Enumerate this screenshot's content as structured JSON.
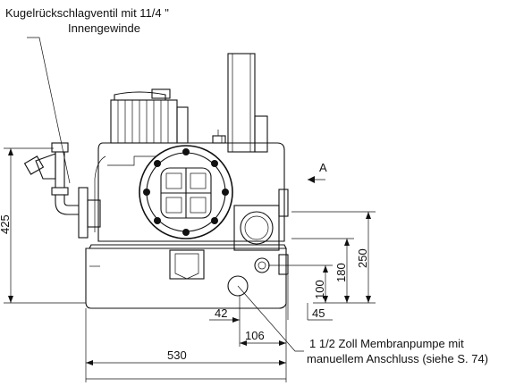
{
  "callouts": {
    "valve_line1": "Kugelrückschlagventil mit 11/4 \"",
    "valve_line2": "Innengewinde",
    "pump_line1": "1 1/2 Zoll Membranpumpe mit",
    "pump_line2": "manuellem Anschluss (siehe S. 74)"
  },
  "view_marker": "A",
  "dimensions": {
    "height_total": "425",
    "h_250": "250",
    "h_180": "180",
    "h_100": "100",
    "w_42": "42",
    "w_45": "45",
    "w_106": "106",
    "w_530": "530"
  },
  "colors": {
    "ink": "#111111",
    "paper": "#ffffff"
  }
}
